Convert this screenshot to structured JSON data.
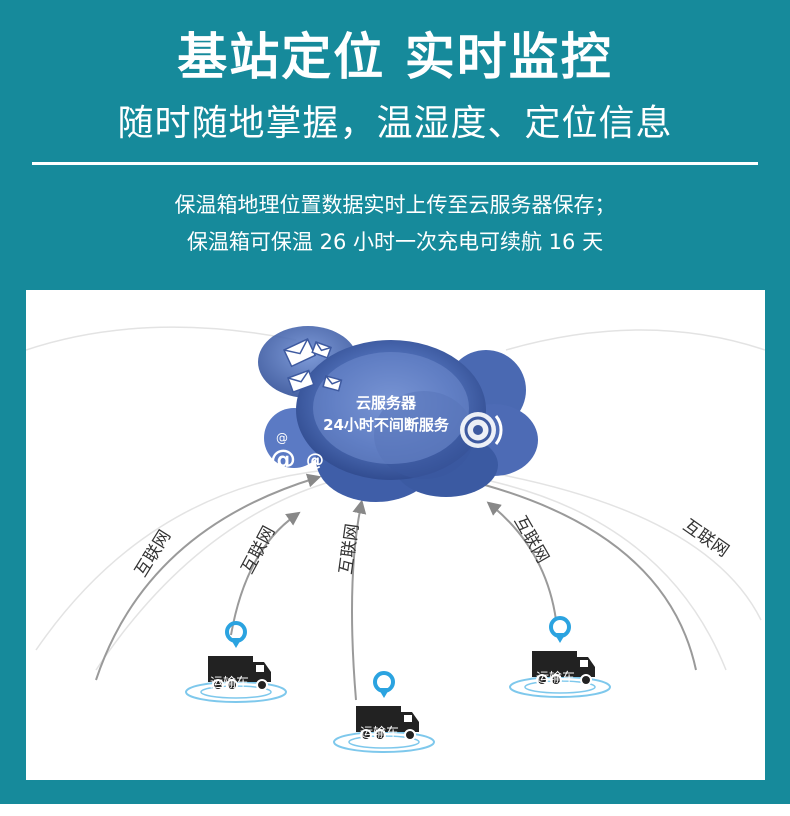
{
  "header": {
    "title": "基站定位 实时监控",
    "subtitle": "随时随地掌握，温湿度、定位信息"
  },
  "description": {
    "line1": "保温箱地理位置数据实时上传至云服务器保存；",
    "line2": "保温箱可保温 26 小时一次充电可续航 16 天"
  },
  "diagram": {
    "cloud_line1": "云服务器",
    "cloud_line2": "24小时不间断服务",
    "link_labels": [
      "互联网",
      "互联网",
      "互联网",
      "互联网",
      "互联网"
    ],
    "truck_labels": [
      "运输车",
      "运输车",
      "运输车"
    ],
    "at_symbol": "@"
  },
  "colors": {
    "background": "#168a9b",
    "cloud_dark": "#2e4a8c",
    "cloud_light": "#5b7cc6",
    "pin": "#2ba3e0",
    "truck": "#222222"
  }
}
